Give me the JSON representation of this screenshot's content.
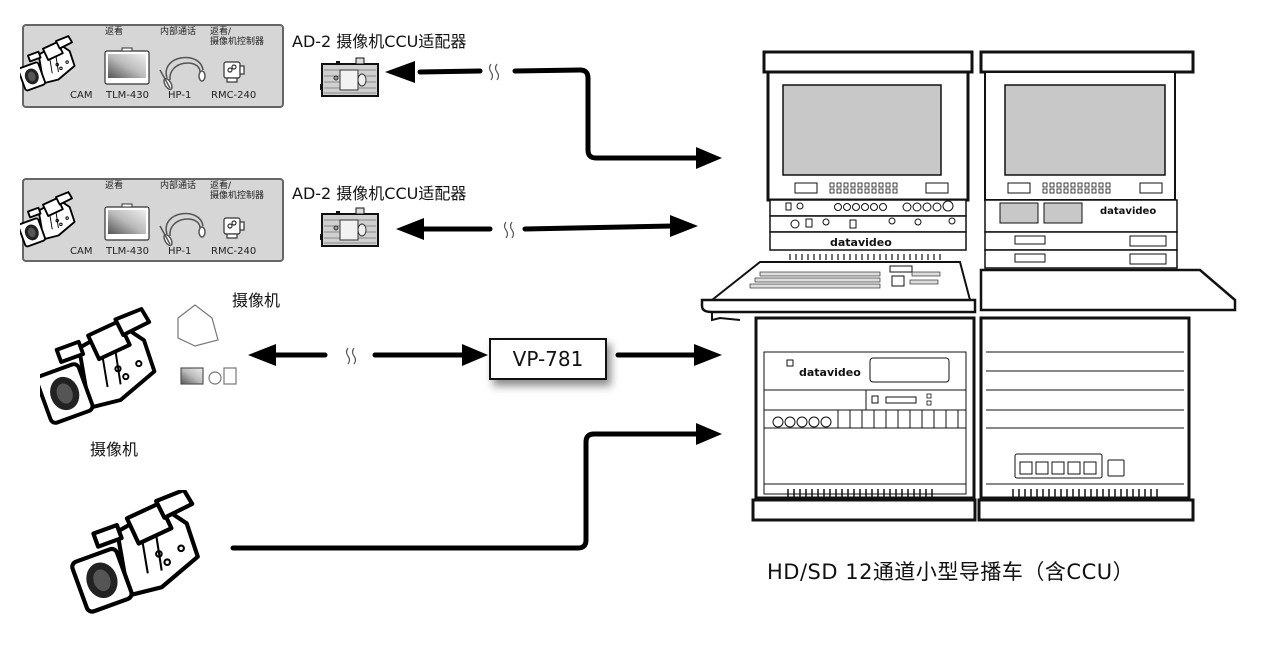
{
  "kits": [
    {
      "labels": {
        "monitor": "返看",
        "intercom": "内部通话",
        "control_line1": "返看/",
        "control_line2": "摄像机控制器"
      },
      "captions": {
        "cam": "CAM",
        "monitor": "TLM-430",
        "headset": "HP-1",
        "rcp": "RMC-240"
      }
    },
    {
      "labels": {
        "monitor": "返看",
        "intercom": "内部通话",
        "control_line1": "返看/",
        "control_line2": "摄像机控制器"
      },
      "captions": {
        "cam": "CAM",
        "monitor": "TLM-430",
        "headset": "HP-1",
        "rcp": "RMC-240"
      }
    }
  ],
  "adapters": [
    {
      "title": "AD-2 摄像机CCU适配器"
    },
    {
      "title": "AD-2 摄像机CCU适配器"
    }
  ],
  "camera_labels": {
    "top": "摄像机",
    "bottom": "摄像机"
  },
  "converter": {
    "label": "VP-781"
  },
  "truck": {
    "caption": "HD/SD 12通道小型导播车（含CCU）",
    "brand": "datavideo"
  },
  "colors": {
    "panel_bg": "#d6d6d6",
    "screen": "#c8c8c8",
    "line": "#111111"
  }
}
